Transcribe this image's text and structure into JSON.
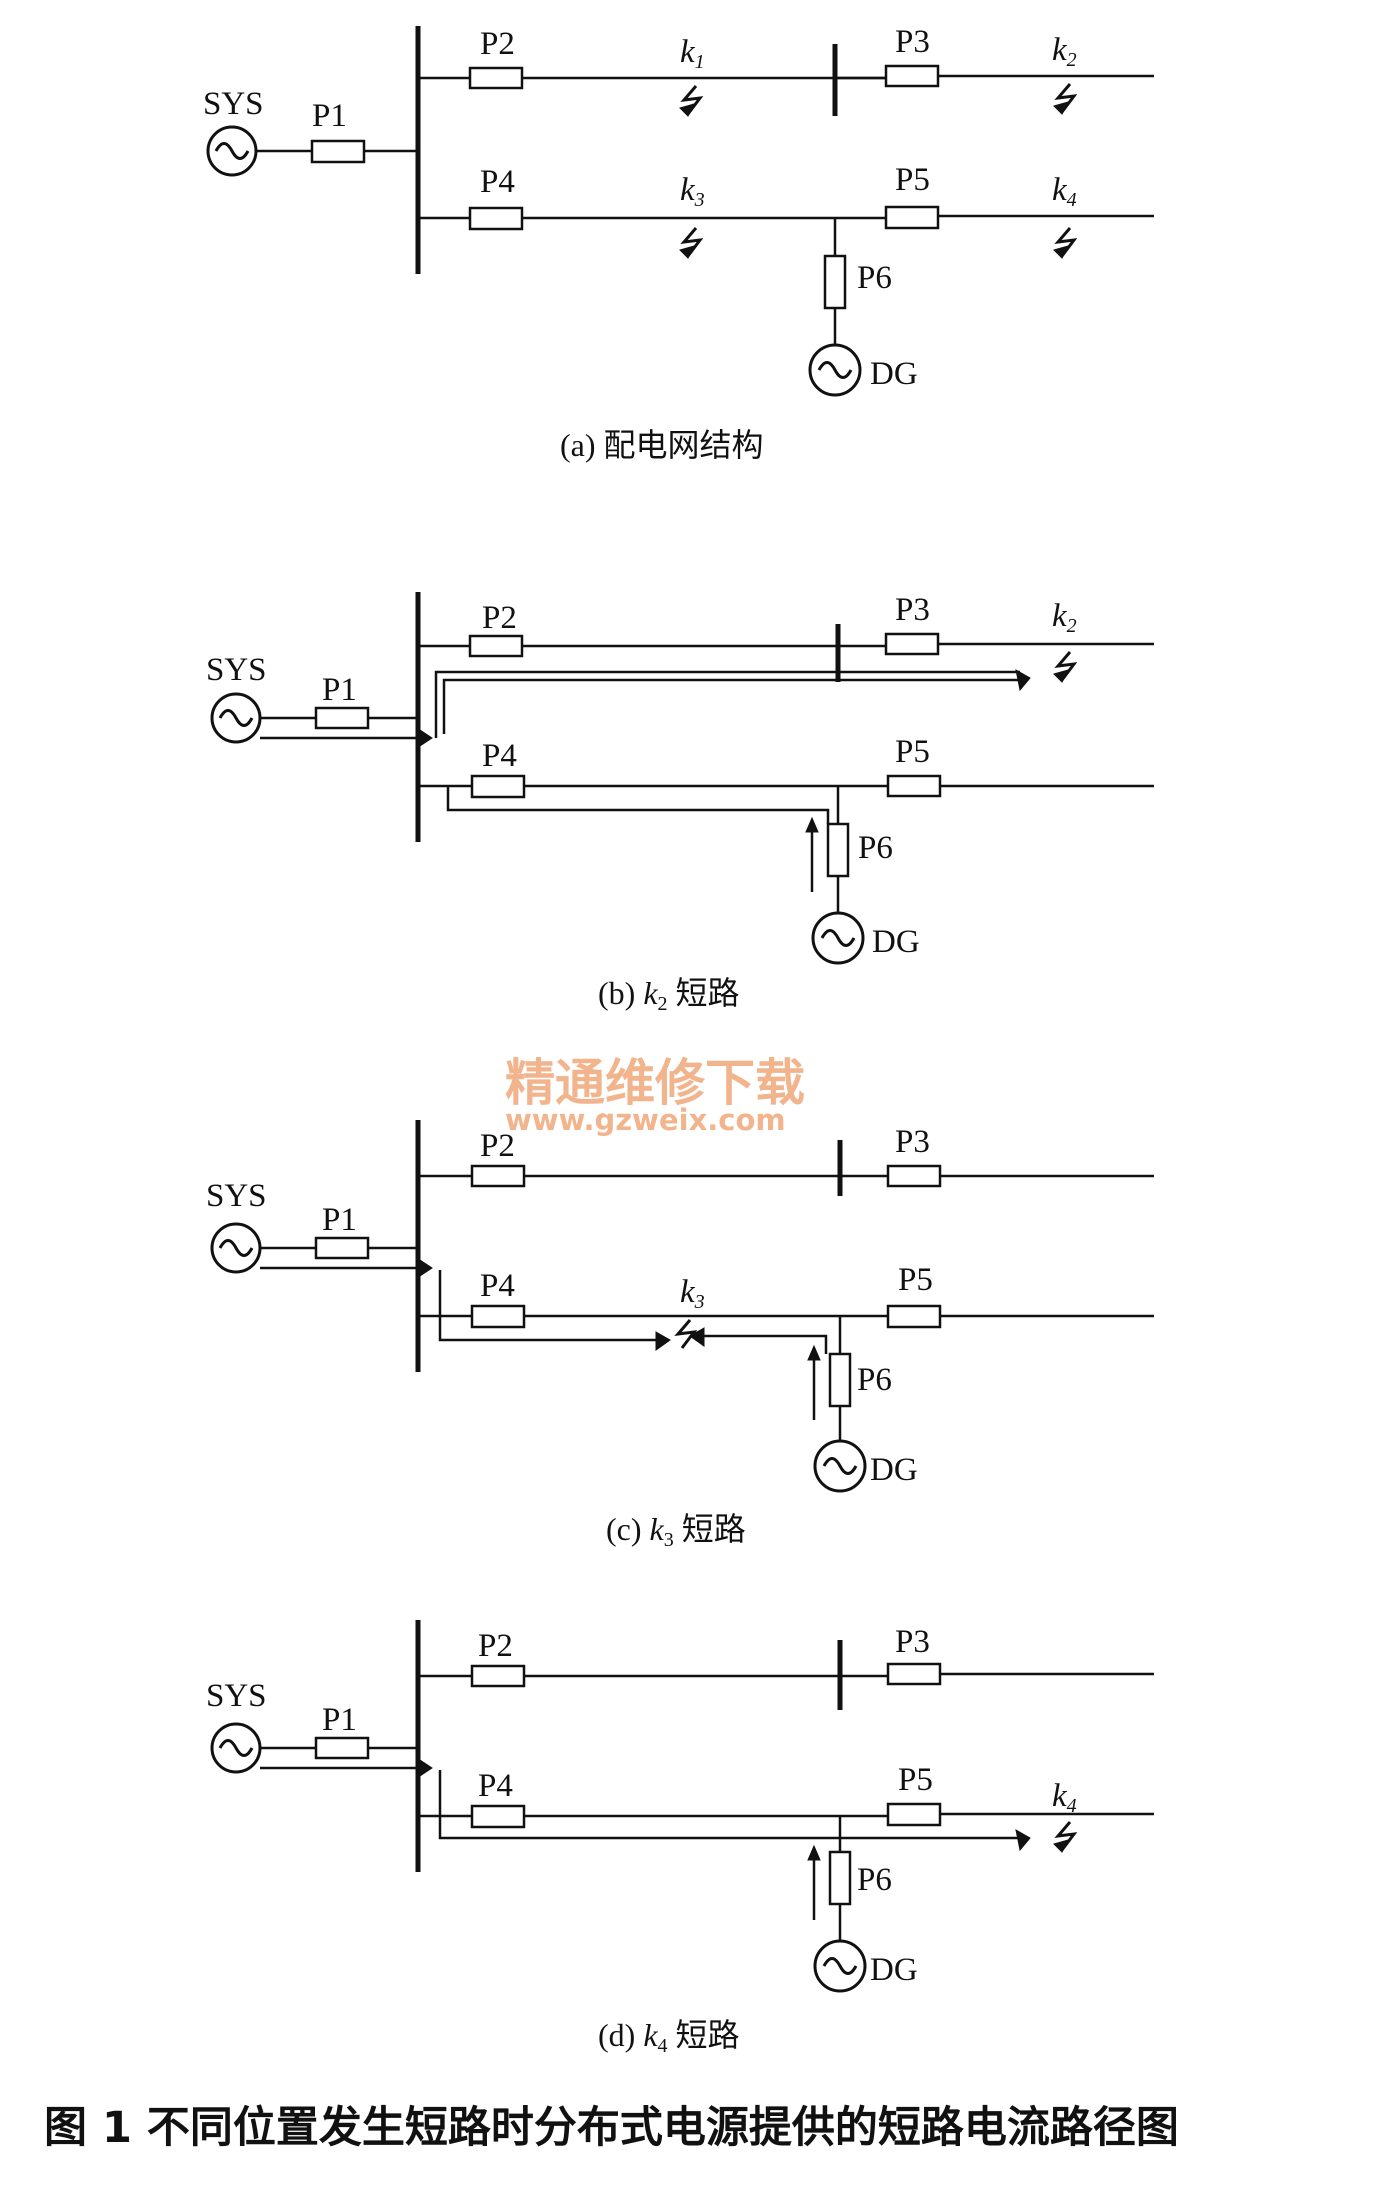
{
  "labels": {
    "sys": "SYS",
    "dg": "DG",
    "p1": "P1",
    "p2": "P2",
    "p3": "P3",
    "p4": "P4",
    "p5": "P5",
    "p6": "P6",
    "k": "k",
    "k1_sub": "1",
    "k2_sub": "2",
    "k3_sub": "3",
    "k4_sub": "4"
  },
  "captions": {
    "a_prefix": "(a) ",
    "a_text": "配电网结构",
    "b_prefix": "(b) ",
    "b_sub": "2",
    "b_text": " 短路",
    "c_prefix": "(c) ",
    "c_sub": "3",
    "c_text": " 短路",
    "d_prefix": "(d) ",
    "d_sub": "4",
    "d_text": " 短路"
  },
  "figure_title": "图 1  不同位置发生短路时分布式电源提供的短路电流路径图",
  "watermark": {
    "cn": "精通维修下载",
    "url": "www.gzweix.com",
    "color": "#f2b48c"
  },
  "colors": {
    "line": "#111111",
    "background": "#ffffff"
  }
}
